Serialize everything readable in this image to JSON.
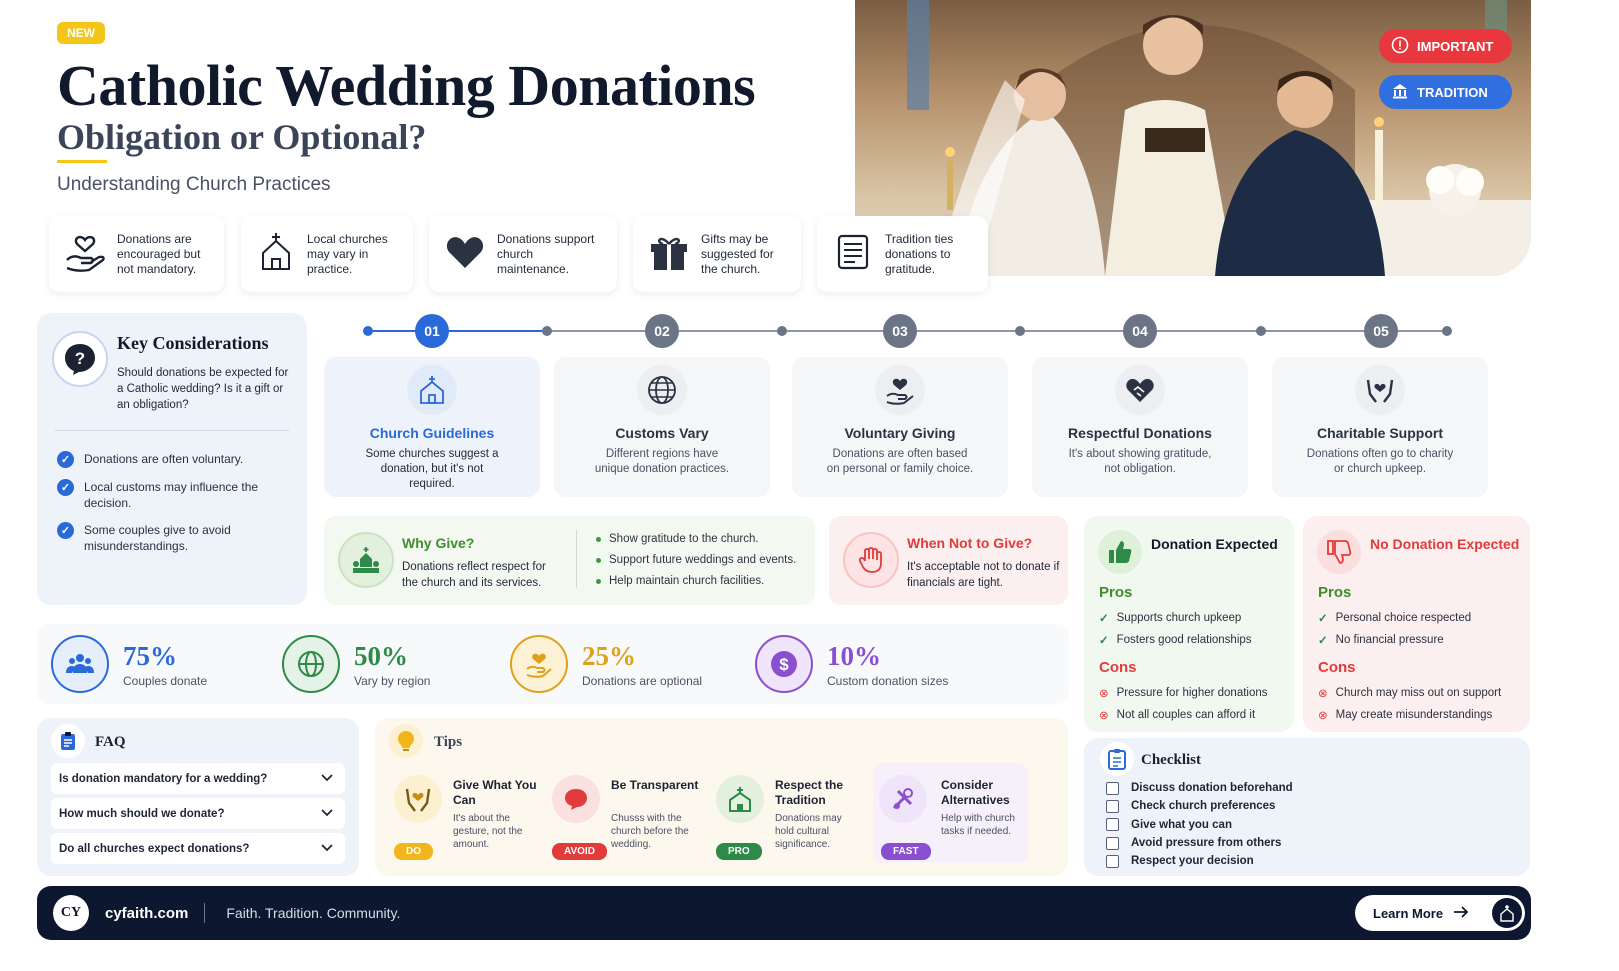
{
  "header": {
    "badge": "NEW",
    "title": "Catholic Wedding Donations",
    "subtitle": "Obligation or Optional?",
    "tagline": "Understanding Church Practices"
  },
  "hero": {
    "badges": [
      "IMPORTANT",
      "TRADITION"
    ],
    "colors": {
      "important": "#e8383d",
      "tradition": "#2f6fe0"
    }
  },
  "facts": [
    {
      "icon": "hand-heart-icon",
      "text": "Donations are encouraged but not mandatory."
    },
    {
      "icon": "church-icon",
      "text": "Local churches may vary in practice."
    },
    {
      "icon": "heart-icon",
      "text": "Donations support church maintenance."
    },
    {
      "icon": "gift-icon",
      "text": "Gifts may be suggested for the church."
    },
    {
      "icon": "scroll-icon",
      "text": "Tradition ties donations to gratitude."
    }
  ],
  "key_considerations": {
    "title": "Key Considerations",
    "question": "Should donations be expected for a Catholic wedding? Is it a gift or an obligation?",
    "items": [
      "Donations are often voluntary.",
      "Local customs may influence the decision.",
      "Some couples give to avoid misunderstandings."
    ]
  },
  "steps": [
    {
      "num": "01",
      "title": "Church Guidelines",
      "desc": "Some churches suggest a donation, but it's not required.",
      "icon": "church-icon"
    },
    {
      "num": "02",
      "title": "Customs Vary",
      "desc": "Different regions have unique donation practices.",
      "icon": "globe-icon"
    },
    {
      "num": "03",
      "title": "Voluntary Giving",
      "desc": "Donations are often based on personal or family choice.",
      "icon": "hand-heart-icon"
    },
    {
      "num": "04",
      "title": "Respectful Donations",
      "desc": "It's about showing gratitude, not obligation.",
      "icon": "handshake-heart-icon"
    },
    {
      "num": "05",
      "title": "Charitable Support",
      "desc": "Donations often go to charity or church upkeep.",
      "icon": "hands-heart-icon"
    }
  ],
  "why_give": {
    "title": "Why Give?",
    "desc": "Donations reflect respect for the church and its services.",
    "bullets": [
      "Show gratitude to the church.",
      "Support future weddings and events.",
      "Help maintain church facilities."
    ]
  },
  "when_not": {
    "title": "When Not to Give?",
    "desc": "It's acceptable not to donate if financials are tight."
  },
  "expected": {
    "title": "Donation Expected",
    "pros_label": "Pros",
    "pros": [
      "Supports church upkeep",
      "Fosters good relationships"
    ],
    "cons_label": "Cons",
    "cons": [
      "Pressure for higher donations",
      "Not all couples can afford it"
    ]
  },
  "not_expected": {
    "title": "No Donation Expected",
    "pros_label": "Pros",
    "pros": [
      "Personal choice respected",
      "No financial pressure"
    ],
    "cons_label": "Cons",
    "cons": [
      "Church may miss out on support",
      "May create misunderstandings"
    ]
  },
  "stats": [
    {
      "value": "75%",
      "label": "Couples donate",
      "color": "#2a6ad8",
      "icon": "people-icon"
    },
    {
      "value": "50%",
      "label": "Vary by region",
      "color": "#2e8a48",
      "icon": "globe-icon"
    },
    {
      "value": "25%",
      "label": "Donations are optional",
      "color": "#e0a11a",
      "icon": "hand-heart-icon"
    },
    {
      "value": "10%",
      "label": "Custom donation sizes",
      "color": "#8a4fcf",
      "icon": "dollar-icon"
    }
  ],
  "faq": {
    "title": "FAQ",
    "items": [
      "Is donation mandatory for a wedding?",
      "How much should we donate?",
      "Do all churches expect donations?"
    ]
  },
  "tips": {
    "title": "Tips",
    "items": [
      {
        "title": "Give What You Can",
        "desc": "It's about the gesture, not the amount.",
        "tag": "DO",
        "color": "#f2b51b",
        "icon": "hands-heart-icon"
      },
      {
        "title": "Be Transparent",
        "desc": "Chusss with the church before the wedding.",
        "tag": "AVOID",
        "color": "#e23b3b",
        "icon": "speech-bubble-icon"
      },
      {
        "title": "Respect the Tradition",
        "desc": "Donations may hold cultural significance.",
        "tag": "PRO",
        "color": "#2e8a48",
        "icon": "church-icon"
      },
      {
        "title": "Consider Alternatives",
        "desc": "Help with church tasks if needed.",
        "tag": "FAST",
        "color": "#8a4fcf",
        "icon": "tools-icon"
      }
    ]
  },
  "checklist": {
    "title": "Checklist",
    "items": [
      "Discuss donation beforehand",
      "Check church preferences",
      "Give what you can",
      "Avoid pressure from others",
      "Respect your decision"
    ]
  },
  "footer": {
    "logo": "CY",
    "site": "cyfaith.com",
    "slogan": "Faith. Tradition. Community.",
    "cta": "Learn More"
  }
}
